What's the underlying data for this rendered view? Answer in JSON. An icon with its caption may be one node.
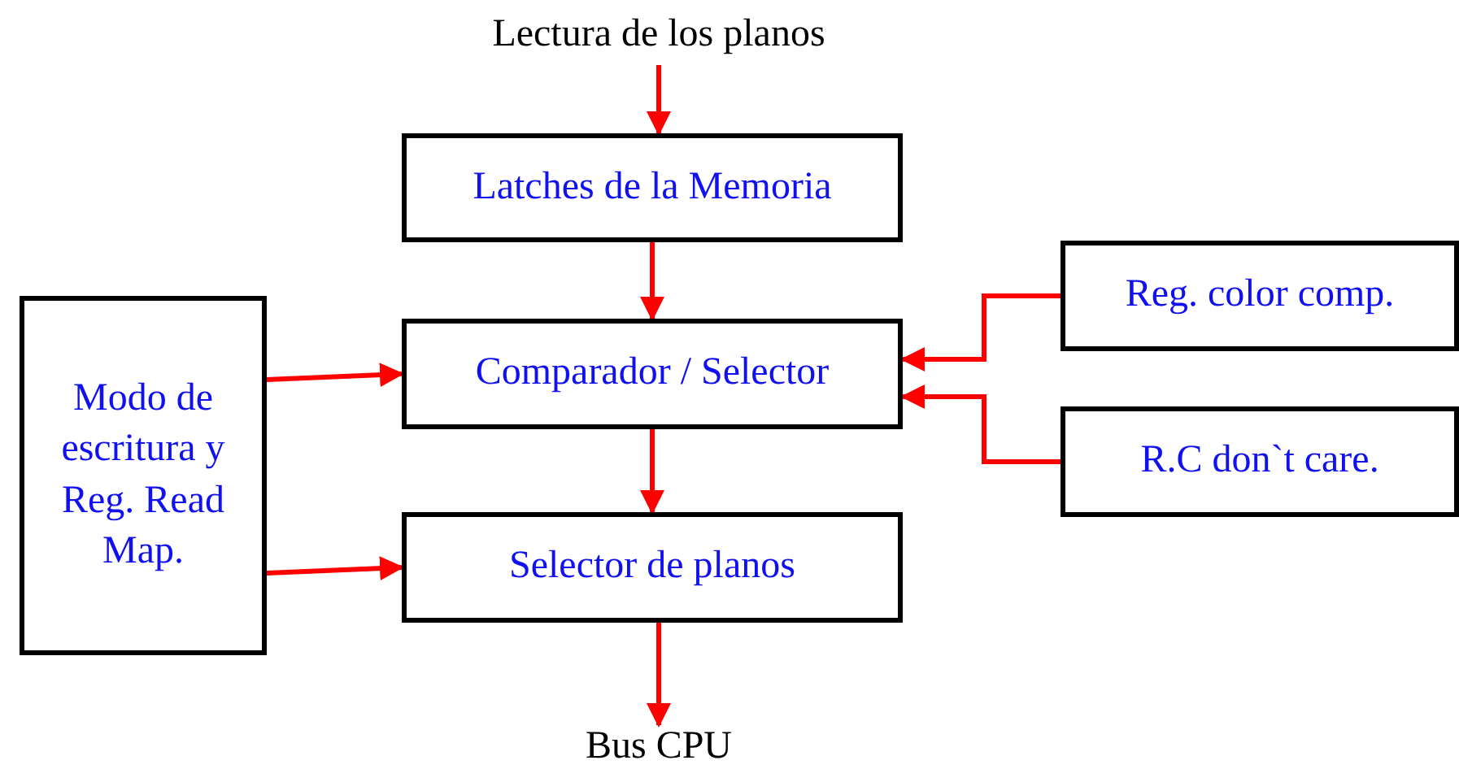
{
  "diagram": {
    "nodes": [
      {
        "text": [
          "Lectura de los planos"
        ]
      },
      {
        "text": [
          "Latches de la Memoria"
        ]
      },
      {
        "text": [
          "Modo de escritura y Reg. Read Map."
        ]
      },
      {
        "text": [
          "Comparador / Selector"
        ]
      },
      {
        "text": [
          "Reg. color comp."
        ]
      },
      {
        "text": [
          "R.C don`t care."
        ]
      },
      {
        "text": [
          "Selector de planos"
        ]
      },
      {
        "text": [
          "Bus CPU"
        ]
      }
    ],
    "edges": [
      {
        "from": 0,
        "to": 1,
        "arrow": "to"
      },
      {
        "from": 1,
        "to": 3,
        "arrow": "to"
      },
      {
        "from": 2,
        "to": 3,
        "arrow": "to"
      },
      {
        "from": 4,
        "to": 3,
        "arrow": "to"
      },
      {
        "from": 5,
        "to": 3,
        "arrow": "to"
      },
      {
        "from": 3,
        "to": 6,
        "arrow": "to"
      },
      {
        "from": 2,
        "to": 6,
        "arrow": "to"
      },
      {
        "from": 6,
        "to": 7,
        "arrow": "to"
      }
    ]
  }
}
